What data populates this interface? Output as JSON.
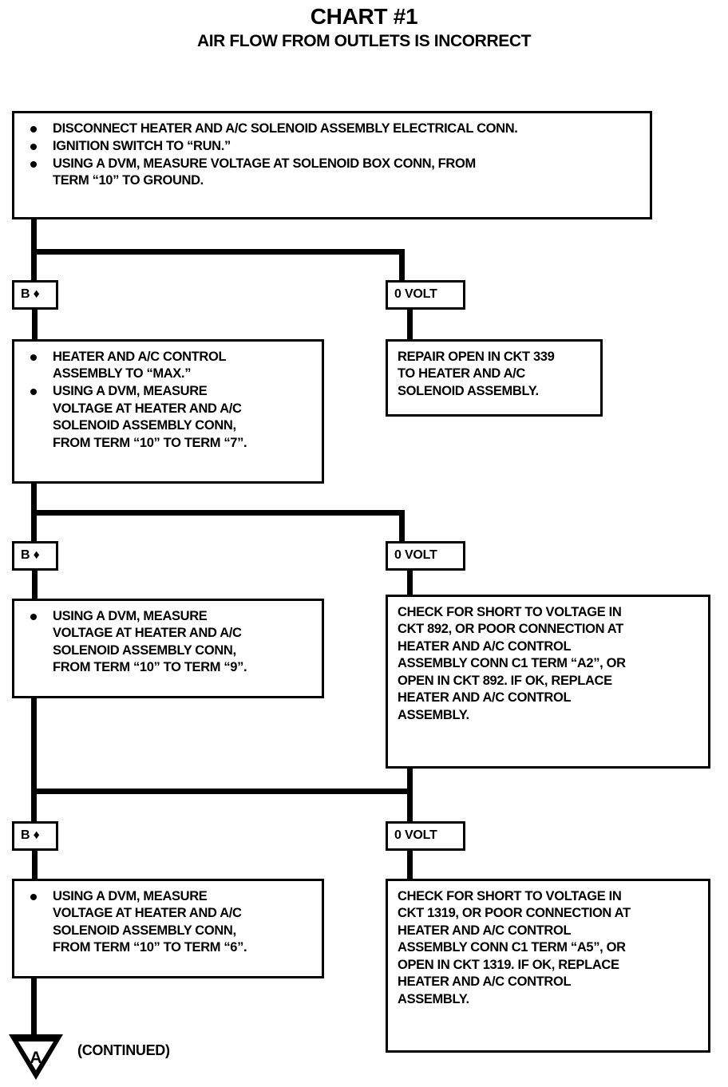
{
  "chart_data": {
    "type": "diagram",
    "title": "CHART #1",
    "subtitle": "AIR FLOW FROM OUTLETS IS INCORRECT"
  },
  "header": {
    "title": "CHART #1",
    "subtitle": "AIR FLOW FROM OUTLETS IS INCORRECT"
  },
  "nodes": {
    "step1": {
      "bullets": [
        [
          "DISCONNECT HEATER AND A/C SOLENOID ASSEMBLY ELECTRICAL CONN."
        ],
        [
          "IGNITION SWITCH TO “RUN.”"
        ],
        [
          "USING A DVM, MEASURE VOLTAGE AT SOLENOID BOX CONN, FROM",
          "TERM “10” TO GROUND."
        ]
      ]
    },
    "branch1": {
      "left_label": "B ♦",
      "right_label": "0 VOLT"
    },
    "step2": {
      "bullets": [
        [
          "HEATER AND A/C CONTROL",
          "ASSEMBLY TO “MAX.”"
        ],
        [
          "USING A DVM, MEASURE",
          "VOLTAGE AT HEATER AND A/C",
          "SOLENOID ASSEMBLY CONN,",
          "FROM TERM “10” TO TERM “7”."
        ]
      ]
    },
    "result1": {
      "lines": [
        "REPAIR OPEN IN CKT 339",
        "TO HEATER AND A/C",
        "SOLENOID ASSEMBLY."
      ]
    },
    "branch2": {
      "left_label": "B ♦",
      "right_label": "0 VOLT"
    },
    "step3": {
      "bullets": [
        [
          "USING A DVM, MEASURE",
          "VOLTAGE AT HEATER AND A/C",
          "SOLENOID ASSEMBLY CONN,",
          "FROM TERM “10” TO TERM “9”."
        ]
      ]
    },
    "result2": {
      "lines": [
        "CHECK FOR SHORT TO VOLTAGE IN",
        "CKT 892, OR POOR CONNECTION AT",
        "HEATER AND A/C CONTROL",
        "ASSEMBLY CONN C1 TERM “A2”, OR",
        "OPEN IN CKT 892.  IF OK, REPLACE",
        "HEATER AND A/C CONTROL",
        "ASSEMBLY."
      ]
    },
    "branch3": {
      "left_label": "B ♦",
      "right_label": "0 VOLT"
    },
    "step4": {
      "bullets": [
        [
          "USING A DVM, MEASURE",
          "VOLTAGE AT HEATER AND A/C",
          "SOLENOID ASSEMBLY CONN,",
          "FROM TERM “10” TO TERM “6”."
        ]
      ]
    },
    "result3": {
      "lines": [
        "CHECK FOR SHORT TO VOLTAGE IN",
        "CKT 1319, OR POOR CONNECTION AT",
        "HEATER AND A/C CONTROL",
        "ASSEMBLY CONN C1 TERM “A5”, OR",
        "OPEN IN CKT 1319.  IF OK, REPLACE",
        "HEATER AND A/C CONTROL",
        "ASSEMBLY."
      ]
    },
    "terminal": {
      "label": "A",
      "note": "(CONTINUED)"
    }
  },
  "colors": {
    "ink": "#000000",
    "paper": "#ffffff"
  }
}
